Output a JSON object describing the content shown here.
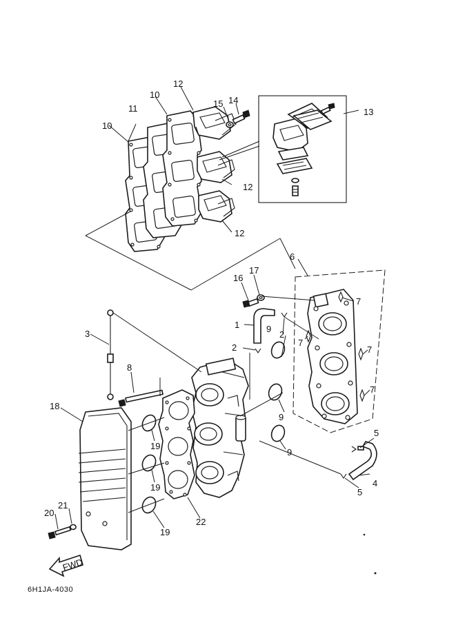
{
  "diagram_code": "6H1JA-4030",
  "fwd_label": "FWD",
  "callouts": {
    "c1": "1",
    "c2a": "2",
    "c2b": "2",
    "c3": "3",
    "c4": "4",
    "c5a": "5",
    "c5b": "5",
    "c6": "6",
    "c7a": "7",
    "c7b": "7",
    "c7c": "7",
    "c7d": "7",
    "c8": "8",
    "c9a": "9",
    "c9b": "9",
    "c9c": "9",
    "c10a": "10",
    "c10b": "10",
    "c11": "11",
    "c12a": "12",
    "c12b": "12",
    "c12c": "12",
    "c13": "13",
    "c14": "14",
    "c15": "15",
    "c16": "16",
    "c17": "17",
    "c18": "18",
    "c19a": "19",
    "c19b": "19",
    "c19c": "19",
    "c20": "20",
    "c21": "21",
    "c22": "22"
  }
}
